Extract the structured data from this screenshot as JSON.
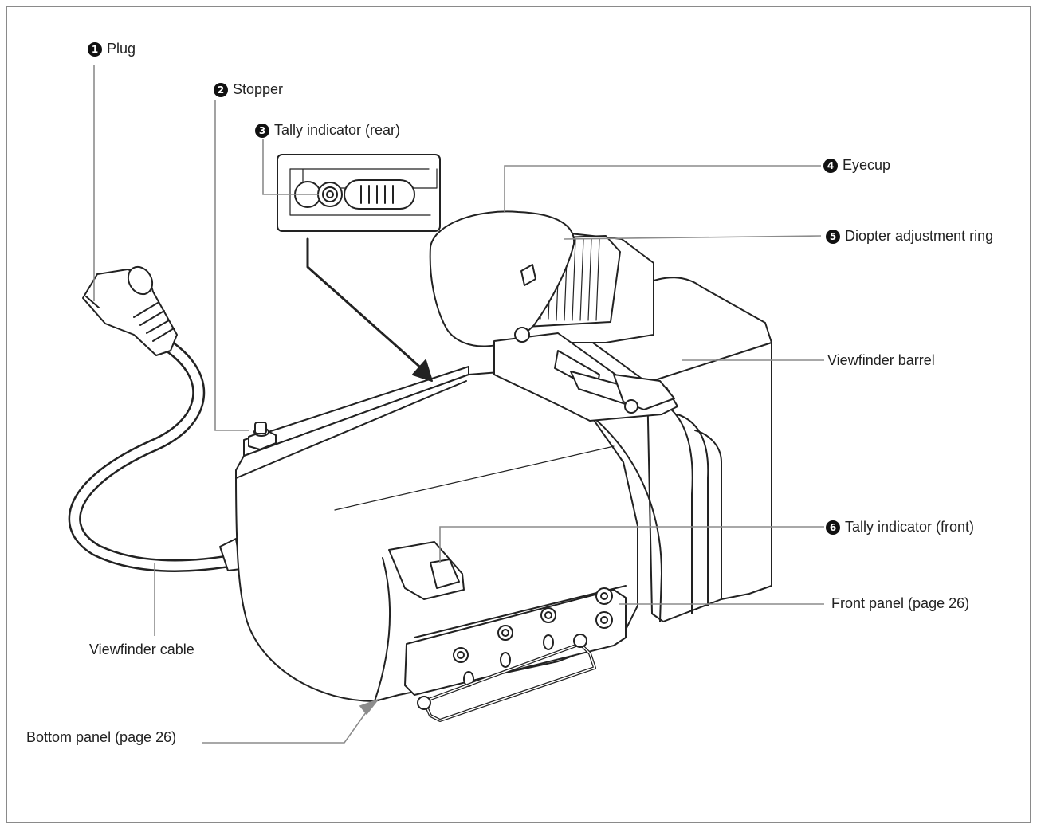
{
  "labels": {
    "plug": {
      "num": "1",
      "text": "Plug"
    },
    "stopper": {
      "num": "2",
      "text": "Stopper"
    },
    "tally_rear": {
      "num": "3",
      "text": "Tally indicator (rear)"
    },
    "eyecup": {
      "num": "4",
      "text": "Eyecup"
    },
    "diopter": {
      "num": "5",
      "text": "Diopter adjustment ring"
    },
    "viewfinder_barrel": {
      "text": "Viewfinder barrel"
    },
    "tally_front": {
      "num": "6",
      "text": "Tally indicator (front)"
    },
    "front_panel": {
      "text": "Front panel (page 26)"
    },
    "viewfinder_cable": {
      "text": "Viewfinder cable"
    },
    "bottom_panel": {
      "text": "Bottom panel (page 26)"
    }
  },
  "colors": {
    "line": "#222222",
    "leader": "#8c8c8c",
    "fill": "#ffffff"
  }
}
